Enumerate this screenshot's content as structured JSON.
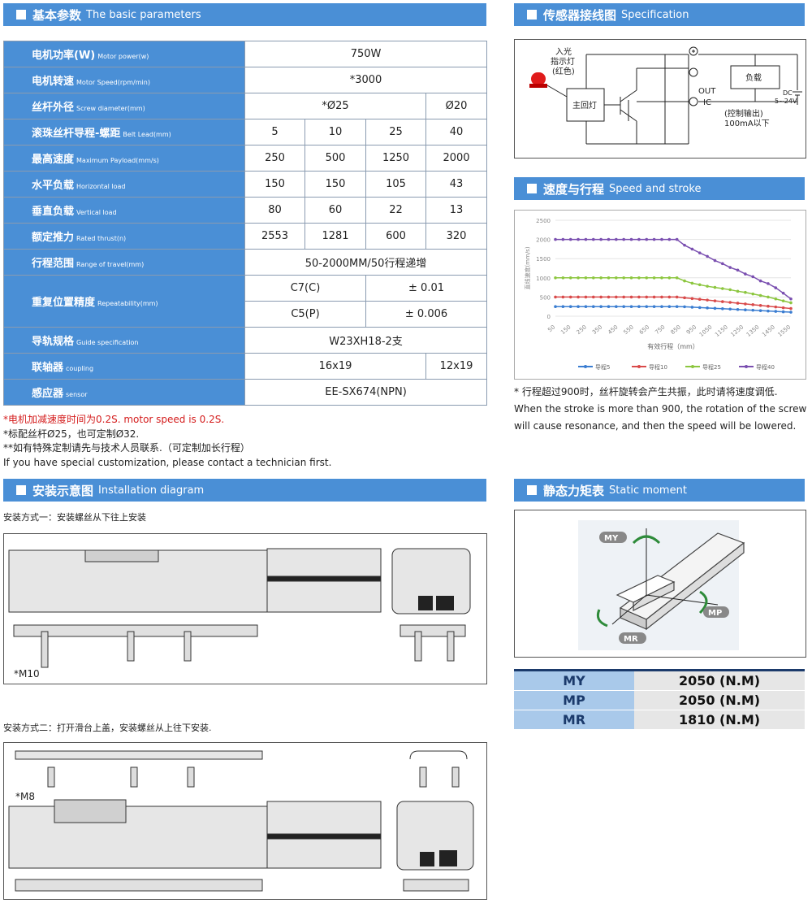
{
  "sections": {
    "basic": {
      "cn": "基本参数",
      "en": "The basic parameters"
    },
    "sensor": {
      "cn": "传感器接线图",
      "en": "Specification"
    },
    "speed": {
      "cn": "速度与行程",
      "en": "Speed and stroke"
    },
    "install": {
      "cn": "安装示意图",
      "en": "Installation diagram"
    },
    "moment": {
      "cn": "静态力矩表",
      "en": "Static moment"
    }
  },
  "params": {
    "motor_power": {
      "cn": "电机功率(W)",
      "en": "Motor power(w)",
      "value": "750W"
    },
    "motor_speed": {
      "cn": "电机转速",
      "en": "Motor Speed(rpm/min)",
      "value": "*3000"
    },
    "screw_diameter": {
      "cn": "丝杆外径",
      "en": "Screw diameter(mm)",
      "v1": "*Ø25",
      "v2": "Ø20"
    },
    "lead": {
      "cn": "滚珠丝杆导程-螺距",
      "en": "Belt Lead(mm)",
      "values": [
        "5",
        "10",
        "25",
        "40"
      ]
    },
    "max_speed": {
      "cn": "最高速度",
      "en": "Maximum Payload(mm/s)",
      "values": [
        "250",
        "500",
        "1250",
        "2000"
      ]
    },
    "horizontal_load": {
      "cn": "水平负载",
      "en": "Horizontal load",
      "values": [
        "150",
        "150",
        "105",
        "43"
      ]
    },
    "vertical_load": {
      "cn": "垂直负载",
      "en": "Vertical load",
      "values": [
        "80",
        "60",
        "22",
        "13"
      ]
    },
    "rated_thrust": {
      "cn": "额定推力",
      "en": "Rated thrust(n)",
      "values": [
        "2553",
        "1281",
        "600",
        "320"
      ]
    },
    "travel_range": {
      "cn": "行程范围",
      "en": "Range of travel(mm)",
      "value": "50-2000MM/50行程递增"
    },
    "repeatability": {
      "cn": "重复位置精度",
      "en": "Repeatability(mm)",
      "r1k": "C7(C)",
      "r1v": "± 0.01",
      "r2k": "C5(P)",
      "r2v": "± 0.006"
    },
    "guide": {
      "cn": "导轨规格",
      "en": "Guide specification",
      "value": "W23XH18-2支"
    },
    "coupling": {
      "cn": "联轴器",
      "en": "coupling",
      "v1": "16x19",
      "v2": "12x19"
    },
    "sensor": {
      "cn": "感应器",
      "en": "sensor",
      "value": "EE-SX674(NPN)"
    }
  },
  "notes": {
    "n1": "*电机加减速度时间为0.2S. motor speed is 0.2S.",
    "n2": "*标配丝杆Ø25，也可定制Ø32.",
    "n3": "**如有特殊定制请先与技术人员联系.（可定制加长行程）",
    "n4": "If you have special customization, please contact a technician first."
  },
  "install": {
    "method1": "安装方式一：安装螺丝从下往上安装",
    "method2": "安装方式二：打开滑台上盖，安装螺丝从上往下安装.",
    "m10": "*M10",
    "m8": "*M8"
  },
  "wiring": {
    "indicator": "入光",
    "indicator2": "指示灯",
    "indicator3": "(红色)",
    "main_circuit": "主回灯",
    "load": "负载",
    "out": "OUT",
    "ic": "IC",
    "ctrl1": "(控制输出)",
    "ctrl2": "100mA以下",
    "dc": "DC",
    "dc_range": "5~24V"
  },
  "chart_note": {
    "cn": "* 行程超过900时，丝杆旋转会产生共振，此时请将速度调低.",
    "en": "When the stroke is more than 900, the rotation of the screw will cause resonance, and then the speed will be lowered."
  },
  "chart_data": {
    "type": "line",
    "ylabel": "直线速度(mm/s)",
    "xlabel": "有效行程（mm）",
    "ylim": [
      0,
      2500
    ],
    "yticks": [
      0,
      500,
      1000,
      1500,
      2000,
      2500
    ],
    "x": [
      50,
      100,
      150,
      200,
      250,
      300,
      350,
      400,
      450,
      500,
      550,
      600,
      650,
      700,
      750,
      800,
      850,
      900,
      950,
      1000,
      1050,
      1100,
      1150,
      1200,
      1250,
      1300,
      1350,
      1400,
      1450,
      1500,
      1550,
      1600
    ],
    "xticks": [
      "50",
      "150",
      "250",
      "350",
      "450",
      "550",
      "650",
      "750",
      "850",
      "950",
      "1050",
      "1150",
      "1250",
      "1350",
      "1450",
      "1550"
    ],
    "series": [
      {
        "name": "导程5",
        "color": "#3a7dd1",
        "values": [
          250,
          250,
          250,
          250,
          250,
          250,
          250,
          250,
          250,
          250,
          250,
          250,
          250,
          250,
          250,
          250,
          250,
          245,
          235,
          225,
          215,
          205,
          195,
          185,
          175,
          165,
          155,
          145,
          135,
          125,
          115,
          105
        ]
      },
      {
        "name": "导程10",
        "color": "#d94a4a",
        "values": [
          500,
          500,
          500,
          500,
          500,
          500,
          500,
          500,
          500,
          500,
          500,
          500,
          500,
          500,
          500,
          500,
          500,
          480,
          460,
          440,
          420,
          400,
          380,
          360,
          340,
          320,
          300,
          280,
          260,
          240,
          220,
          200
        ]
      },
      {
        "name": "导程25",
        "color": "#8cc63f",
        "values": [
          1000,
          1000,
          1000,
          1000,
          1000,
          1000,
          1000,
          1000,
          1000,
          1000,
          1000,
          1000,
          1000,
          1000,
          1000,
          1000,
          1000,
          920,
          860,
          820,
          780,
          750,
          720,
          690,
          650,
          620,
          580,
          540,
          500,
          450,
          400,
          350
        ]
      },
      {
        "name": "导程40",
        "color": "#7a4fb0",
        "values": [
          2000,
          2000,
          2000,
          2000,
          2000,
          2000,
          2000,
          2000,
          2000,
          2000,
          2000,
          2000,
          2000,
          2000,
          2000,
          2000,
          2000,
          1850,
          1750,
          1650,
          1560,
          1450,
          1370,
          1270,
          1200,
          1100,
          1030,
          920,
          850,
          740,
          600,
          450
        ]
      }
    ]
  },
  "moment": {
    "labels": {
      "my": "MY",
      "mp": "MP",
      "mr": "MR"
    },
    "rows": [
      {
        "k": "MY",
        "v": "2050 (N.M)"
      },
      {
        "k": "MP",
        "v": "2050 (N.M)"
      },
      {
        "k": "MR",
        "v": "1810 (N.M)"
      }
    ]
  }
}
